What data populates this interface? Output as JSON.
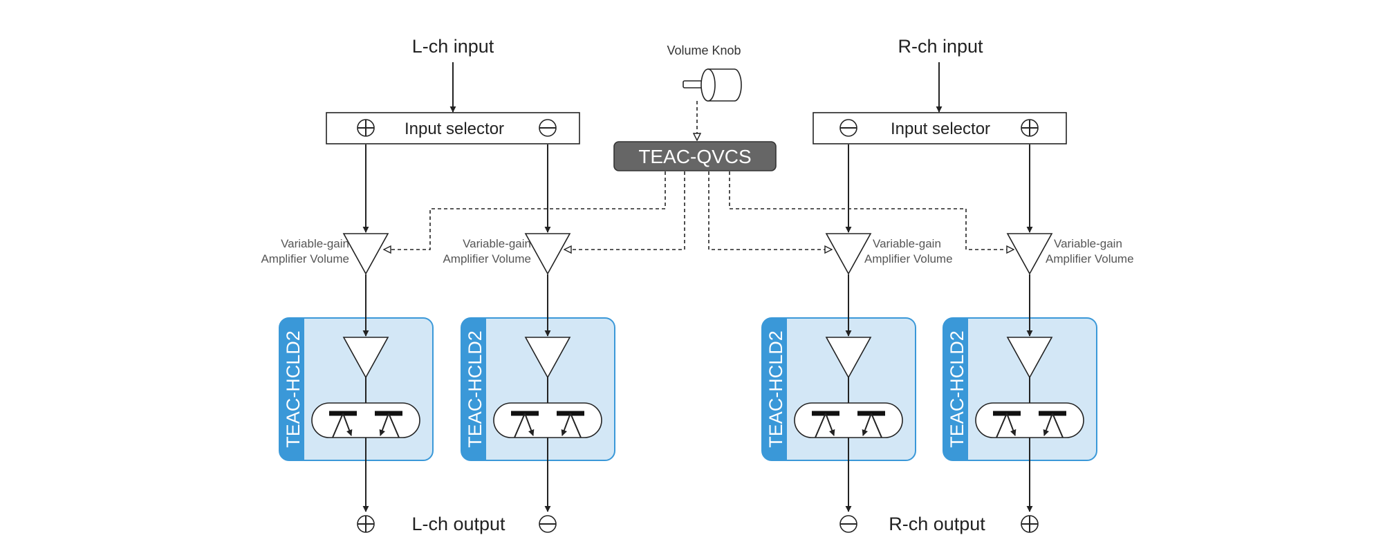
{
  "inputs": {
    "left": "L-ch input",
    "right": "R-ch input"
  },
  "volume_knob_label": "Volume Knob",
  "selector_label": "Input selector",
  "qvcs_label": "TEAC-QVCS",
  "vga_label_line1": "Variable-gain",
  "vga_label_line2": "Amplifier Volume",
  "hcld_label": "TEAC-HCLD2",
  "outputs": {
    "left": "L-ch output",
    "right": "R-ch output"
  },
  "colors": {
    "hcld_fill": "#d3e7f6",
    "hcld_border": "#3a98d8",
    "hcld_tab": "#3a98d8",
    "qvcs_fill": "#666666",
    "line": "#222222"
  }
}
